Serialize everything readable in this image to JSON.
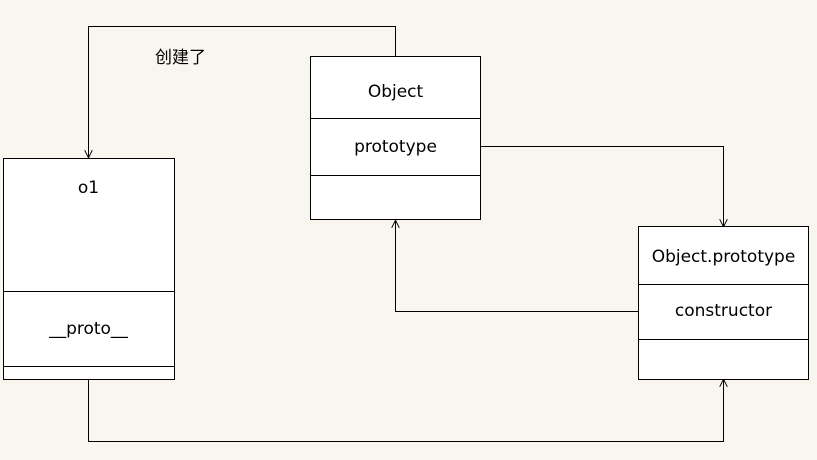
{
  "diagram": {
    "nodes": {
      "object": {
        "title": "Object",
        "field": "prototype"
      },
      "o1": {
        "title": "o1",
        "field": "__proto__"
      },
      "object_prototype": {
        "title": "Object.prototype",
        "field": "constructor"
      }
    },
    "edges": {
      "created_label": "创建了"
    }
  }
}
